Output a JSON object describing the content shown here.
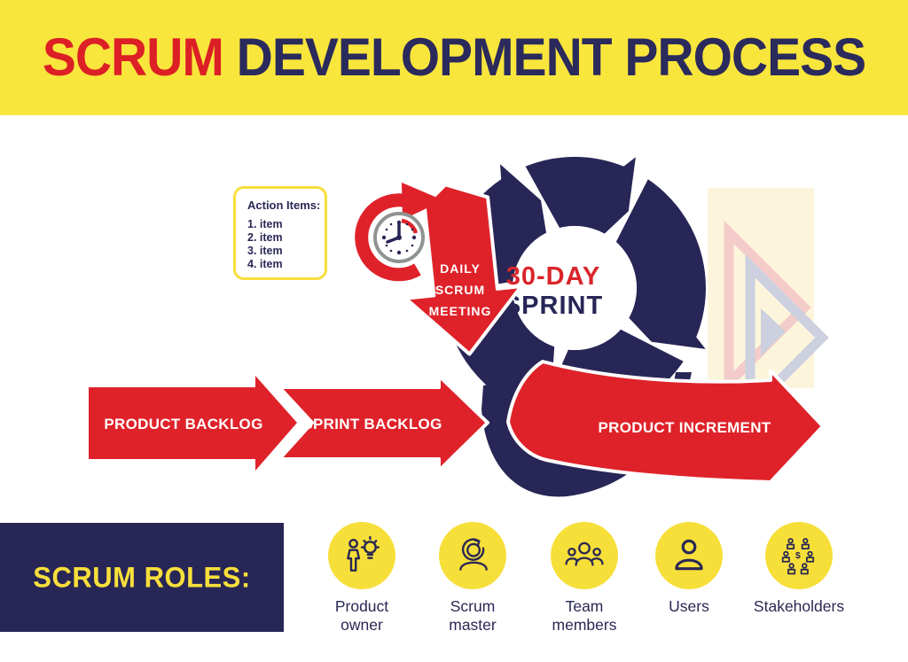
{
  "header": {
    "title_highlight": "SCRUM",
    "title_rest": " DEVELOPMENT PROCESS"
  },
  "diagram": {
    "action_items": {
      "title": "Action Items:",
      "items": [
        "1. item",
        "2. item",
        "3. item",
        "4. item"
      ]
    },
    "timer_icon": "clock-with-red-loop-arrow",
    "daily_meeting": {
      "line1": "DAILY",
      "line2": "SCRUM",
      "line3": "MEETING"
    },
    "sprint_center": {
      "line1": "30-DAY",
      "line2": "SPRINT"
    },
    "flow_arrows": [
      {
        "label": "PRODUCT BACKLOG"
      },
      {
        "label": "SPRINT BACKLOG"
      },
      {
        "label": "PRODUCT INCREMENT"
      }
    ]
  },
  "roles_section": {
    "title": "SCRUM ROLES:",
    "roles": [
      {
        "label": "Product owner",
        "icon": "person-lightbulb-icon"
      },
      {
        "label": "Scrum master",
        "icon": "person-refresh-icon"
      },
      {
        "label": "Team members",
        "icon": "people-group-icon"
      },
      {
        "label": "Users",
        "icon": "person-icon"
      },
      {
        "label": "Stakeholders",
        "icon": "people-dollar-network-icon",
        "icon_glyph": "$"
      }
    ]
  },
  "colors": {
    "yellow": "#F9E63C",
    "circle_yellow": "#F7DF3A",
    "red": "#DF222A",
    "navy": "#282656",
    "cream": "#FDF4D8"
  }
}
